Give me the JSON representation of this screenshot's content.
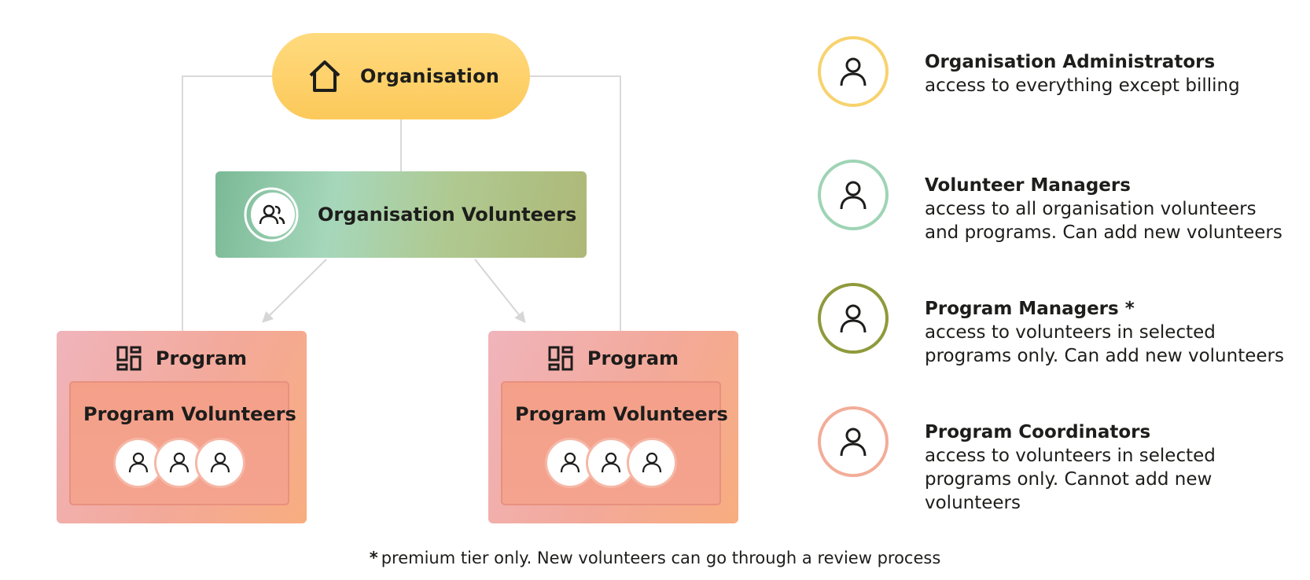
{
  "organisation": {
    "label": "Organisation",
    "color": "#fdcf63",
    "icon": "home-icon"
  },
  "organisation_volunteers": {
    "label": "Organisation Volunteers",
    "icon": "users-icon"
  },
  "programs": [
    {
      "label": "Program",
      "icon": "grid-icon",
      "volunteers_label": "Program Volunteers",
      "avatar_count": 3
    },
    {
      "label": "Program",
      "icon": "grid-icon",
      "volunteers_label": "Program Volunteers",
      "avatar_count": 3
    }
  ],
  "legend": [
    {
      "title": "Organisation Administrators",
      "description": "access to everything except billing",
      "color": "#f7d36e",
      "icon": "user-icon"
    },
    {
      "title": "Volunteer Managers",
      "description": "access to all organisation volunteers and programs. Can add new volunteers",
      "color": "#9fd4b5",
      "icon": "user-icon"
    },
    {
      "title": "Program Managers *",
      "description": "access to volunteers in selected programs only. Can add new volunteers",
      "color": "#8f9a3b",
      "icon": "user-icon"
    },
    {
      "title": "Program Coordinators",
      "description": "access to volunteers in selected programs only. Cannot add new volunteers",
      "color": "#f2ad98",
      "icon": "user-icon"
    }
  ],
  "footnote": {
    "star": "*",
    "text": "premium tier only. New volunteers can go through a review process"
  }
}
